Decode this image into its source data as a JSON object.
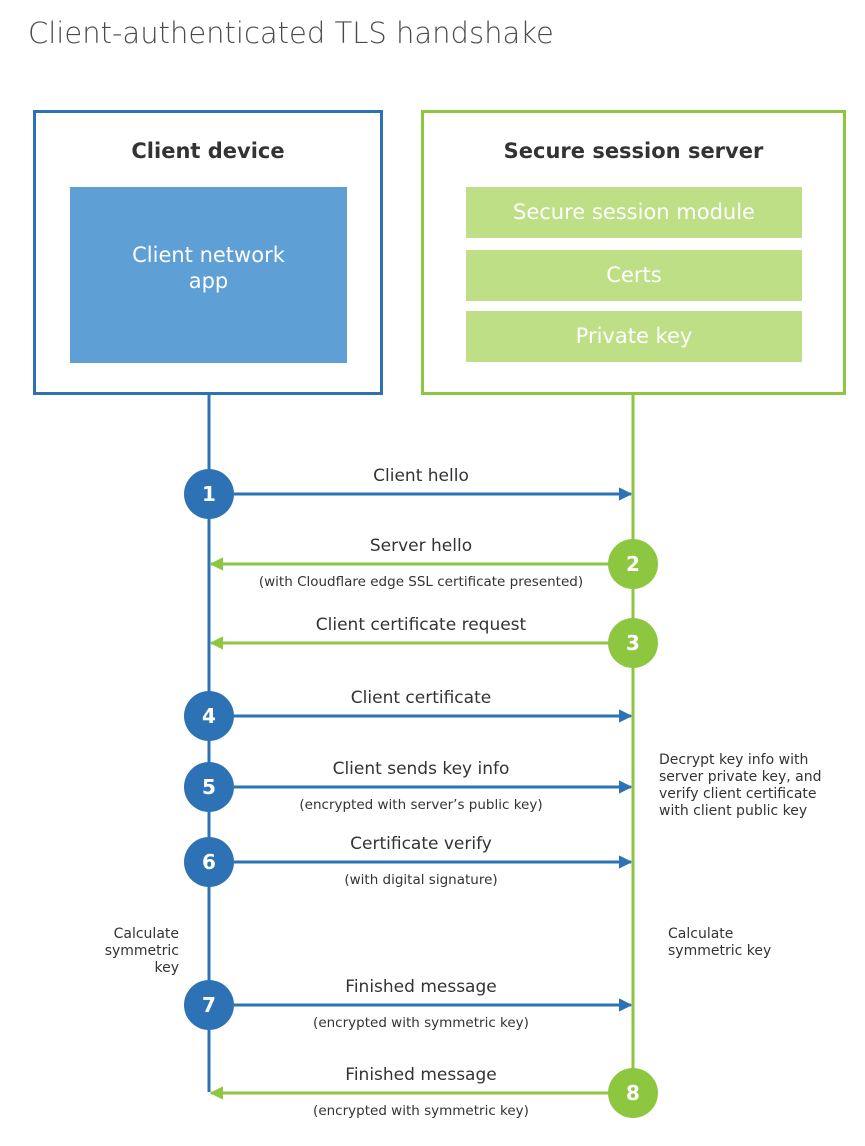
{
  "title": "Client-authenticated TLS handshake",
  "client": {
    "title": "Client device",
    "app_lines": [
      "Client network",
      "app"
    ]
  },
  "server": {
    "title": "Secure session server",
    "boxes": [
      "Secure session module",
      "Certs",
      "Private key"
    ]
  },
  "colors": {
    "client": "#2e72b6",
    "client_fill": "#5e9fd6",
    "server": "#8dc63f",
    "server_fill": "#bfdf86"
  },
  "steps": [
    {
      "num": "1",
      "side": "client",
      "direction": "to-server",
      "label": "Client hello",
      "sub": ""
    },
    {
      "num": "2",
      "side": "server",
      "direction": "to-client",
      "label": "Server hello",
      "sub": "(with Cloudflare edge SSL certificate presented)"
    },
    {
      "num": "3",
      "side": "server",
      "direction": "to-client",
      "label": "Client certificate request",
      "sub": ""
    },
    {
      "num": "4",
      "side": "client",
      "direction": "to-server",
      "label": "Client certificate",
      "sub": ""
    },
    {
      "num": "5",
      "side": "client",
      "direction": "to-server",
      "label": "Client sends key info",
      "sub": "(encrypted with server’s public key)"
    },
    {
      "num": "6",
      "side": "client",
      "direction": "to-server",
      "label": "Certificate verify",
      "sub": "(with digital signature)"
    },
    {
      "num": "7",
      "side": "client",
      "direction": "to-server",
      "label": "Finished message",
      "sub": "(encrypted with symmetric key)"
    },
    {
      "num": "8",
      "side": "server",
      "direction": "to-client",
      "label": "Finished message",
      "sub": "(encrypted with symmetric key)"
    }
  ],
  "notes": {
    "server_decrypt": [
      "Decrypt key info with",
      "server private key, and",
      "verify client certificate",
      "with client public key"
    ],
    "client_symmetric": [
      "Calculate",
      "symmetric key"
    ],
    "server_symmetric": [
      "Calculate",
      "symmetric key"
    ]
  }
}
